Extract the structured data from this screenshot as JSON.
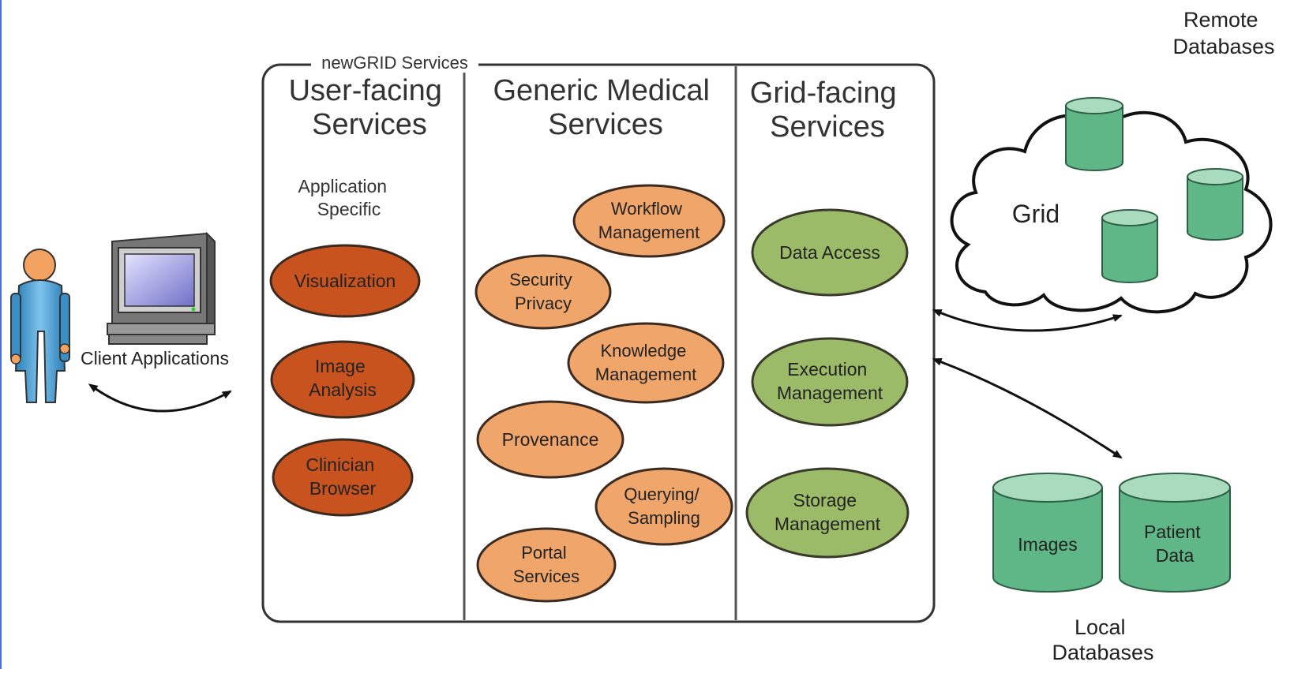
{
  "frame": {
    "title": "newGRID Services"
  },
  "columns": {
    "user_facing": {
      "title": [
        "User-facing",
        "Services"
      ]
    },
    "generic_medical": {
      "title": [
        "Generic Medical",
        "Services"
      ]
    },
    "grid_facing": {
      "title": [
        "Grid-facing",
        "Services"
      ]
    }
  },
  "app_specific_label": [
    "Application",
    "Specific"
  ],
  "user_services": [
    {
      "lines": [
        "Visualization"
      ]
    },
    {
      "lines": [
        "Image",
        "Analysis"
      ]
    },
    {
      "lines": [
        "Clinician",
        "Browser"
      ]
    }
  ],
  "generic_services": [
    {
      "lines": [
        "Workflow",
        "Management"
      ]
    },
    {
      "lines": [
        "Security",
        "Privacy"
      ]
    },
    {
      "lines": [
        "Knowledge",
        "Management"
      ]
    },
    {
      "lines": [
        "Provenance"
      ]
    },
    {
      "lines": [
        "Querying/",
        "Sampling"
      ]
    },
    {
      "lines": [
        "Portal",
        "Services"
      ]
    }
  ],
  "grid_services": [
    {
      "lines": [
        "Data Access"
      ]
    },
    {
      "lines": [
        "Execution",
        "Management"
      ]
    },
    {
      "lines": [
        "Storage",
        "Management"
      ]
    }
  ],
  "client": {
    "label": "Client Applications"
  },
  "cloud": {
    "label": "Grid",
    "caption": [
      "Remote",
      "Databases"
    ]
  },
  "local_db": {
    "items": [
      {
        "lines": [
          "Images"
        ]
      },
      {
        "lines": [
          "Patient",
          "Data"
        ]
      }
    ],
    "caption": [
      "Local",
      "Databases"
    ]
  },
  "colors": {
    "user_service_fill": "#c8531e",
    "generic_service_fill": "#f0a56a",
    "grid_service_fill": "#9cbb68",
    "database_fill": "#5fb787",
    "database_top": "#a9dcbf",
    "frame_stroke": "#333333"
  }
}
